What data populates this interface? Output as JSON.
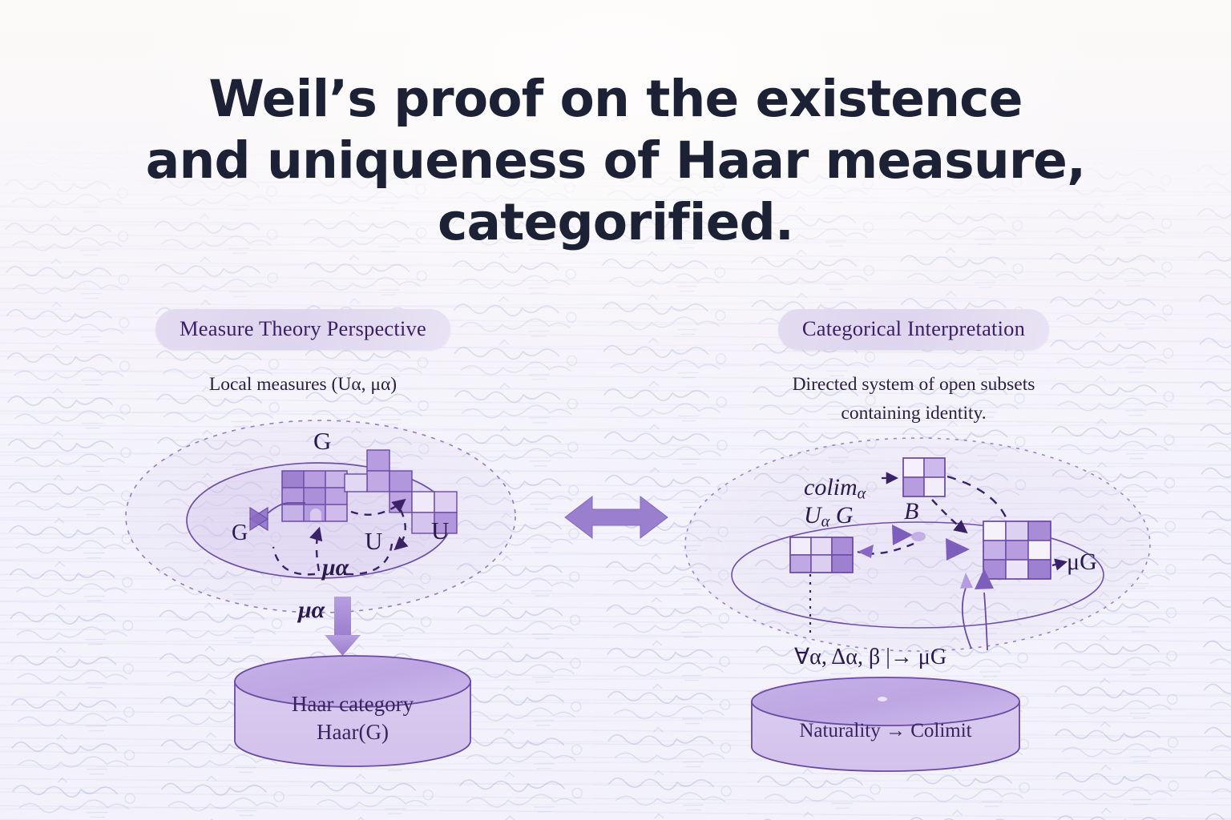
{
  "title": {
    "line1": "Weil’s proof on the existence",
    "line2": "and uniqueness of Haar measure,",
    "line3": "categorified."
  },
  "colors": {
    "background": "#f8f6fb",
    "title_text": "#1d2136",
    "accent_purple": "#8b6fc4",
    "deep_purple": "#4a2a7a",
    "pill_bg": "#e0d7f0",
    "grid_dark": "#9b7fcf",
    "grid_mid": "#c3aee4",
    "grid_light": "#f0eaf9",
    "ink_blue": "#7f8ac8"
  },
  "left_panel": {
    "pill_label": "Measure Theory Perspective",
    "subtitle": "Local measures (Uα, μα)",
    "labels": {
      "group_top": "G",
      "group_small": "G",
      "u_mid": "U",
      "u_right": "U",
      "mu_inner": "μα",
      "mu_arrow": "μα"
    },
    "cylinder": {
      "line1": "Haar category",
      "line2": "Haar(G)"
    }
  },
  "right_panel": {
    "pill_label": "Categorical Interpretation",
    "subtitle_line1": "Directed system of open subsets",
    "subtitle_line2": "containing identity.",
    "labels": {
      "colim": "colim",
      "colim_sub": "α",
      "ua_g": "U",
      "ua_g_sub": "α",
      "ua_g_tail": "G",
      "b_label": "B",
      "mu_g": "μG",
      "naturality_formula": "∀α, Δα, β |→ μG"
    },
    "cylinder": {
      "line1": "Naturality → Colimit"
    }
  },
  "center": {
    "connector_icon": "double-arrow-icon"
  },
  "grids": {
    "left_main": {
      "cols": 3,
      "rows": 3,
      "cells": [
        "dark",
        "mid",
        "light",
        "mid",
        "mid",
        "mid",
        "light",
        "mid",
        "light"
      ]
    },
    "left_scatter_note": "scattered tetromino-like blocks to the right of the main grid",
    "right_ua": {
      "cols": 3,
      "rows": 2,
      "cells": [
        "light",
        "light",
        "dark",
        "mid",
        "light",
        "dark"
      ]
    },
    "right_b": {
      "cols": 2,
      "rows": 2,
      "cells": [
        "light",
        "mid",
        "mid",
        "light"
      ]
    },
    "right_mu": {
      "cols": 3,
      "rows": 3,
      "cells": [
        "light",
        "mid",
        "dark",
        "mid",
        "mid",
        "light",
        "dark",
        "light",
        "dark"
      ]
    }
  }
}
